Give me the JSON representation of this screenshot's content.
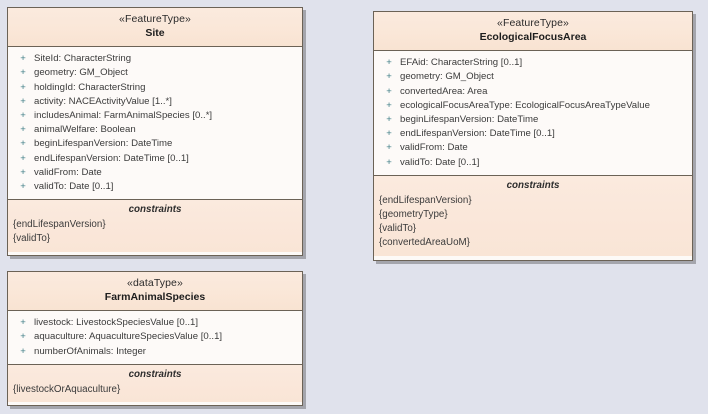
{
  "diagram": {
    "title": "UML class diagram",
    "background_color": "#e0e2ec",
    "header_fill": "#faeade",
    "body_fill": "#fdfaf8",
    "constraints_fill": "#fae7da",
    "border_color": "#6b6256",
    "visibility_marker_color": "#3e7d86",
    "text_color": "#3b3b3b"
  },
  "classes": [
    {
      "id": "site",
      "stereotype": "«FeatureType»",
      "name": "Site",
      "attributes": [
        {
          "visibility": "+",
          "text": "SiteId: CharacterString"
        },
        {
          "visibility": "+",
          "text": "geometry: GM_Object"
        },
        {
          "visibility": "+",
          "text": "holdingId: CharacterString"
        },
        {
          "visibility": "+",
          "text": "activity: NACEActivityValue [1..*]"
        },
        {
          "visibility": "+",
          "text": "includesAnimal: FarmAnimalSpecies [0..*]"
        },
        {
          "visibility": "+",
          "text": "animalWelfare: Boolean"
        },
        {
          "visibility": "+",
          "text": "beginLifespanVersion: DateTime"
        },
        {
          "visibility": "+",
          "text": "endLifespanVersion: DateTime [0..1]"
        },
        {
          "visibility": "+",
          "text": "validFrom: Date"
        },
        {
          "visibility": "+",
          "text": "validTo: Date [0..1]"
        }
      ],
      "constraints_label": "constraints",
      "constraints": [
        "{endLifespanVersion}",
        "{validTo}"
      ]
    },
    {
      "id": "efa",
      "stereotype": "«FeatureType»",
      "name": "EcologicalFocusArea",
      "attributes": [
        {
          "visibility": "+",
          "text": "EFAid: CharacterString [0..1]"
        },
        {
          "visibility": "+",
          "text": "geometry: GM_Object"
        },
        {
          "visibility": "+",
          "text": "convertedArea: Area"
        },
        {
          "visibility": "+",
          "text": "ecologicalFocusAreaType: EcologicalFocusAreaTypeValue"
        },
        {
          "visibility": "+",
          "text": "beginLifespanVersion: DateTime"
        },
        {
          "visibility": "+",
          "text": "endLifespanVersion: DateTime [0..1]"
        },
        {
          "visibility": "+",
          "text": "validFrom: Date"
        },
        {
          "visibility": "+",
          "text": "validTo: Date [0..1]"
        }
      ],
      "constraints_label": "constraints",
      "constraints": [
        "{endLifespanVersion}",
        "{geometryType}",
        "{validTo}",
        "{convertedAreaUoM}"
      ]
    },
    {
      "id": "fas",
      "stereotype": "«dataType»",
      "name": "FarmAnimalSpecies",
      "attributes": [
        {
          "visibility": "+",
          "text": "livestock: LivestockSpeciesValue [0..1]"
        },
        {
          "visibility": "+",
          "text": "aquaculture: AquacultureSpeciesValue [0..1]"
        },
        {
          "visibility": "+",
          "text": "numberOfAnimals: Integer"
        }
      ],
      "constraints_label": "constraints",
      "constraints": [
        "{livestockOrAquaculture}"
      ]
    }
  ]
}
